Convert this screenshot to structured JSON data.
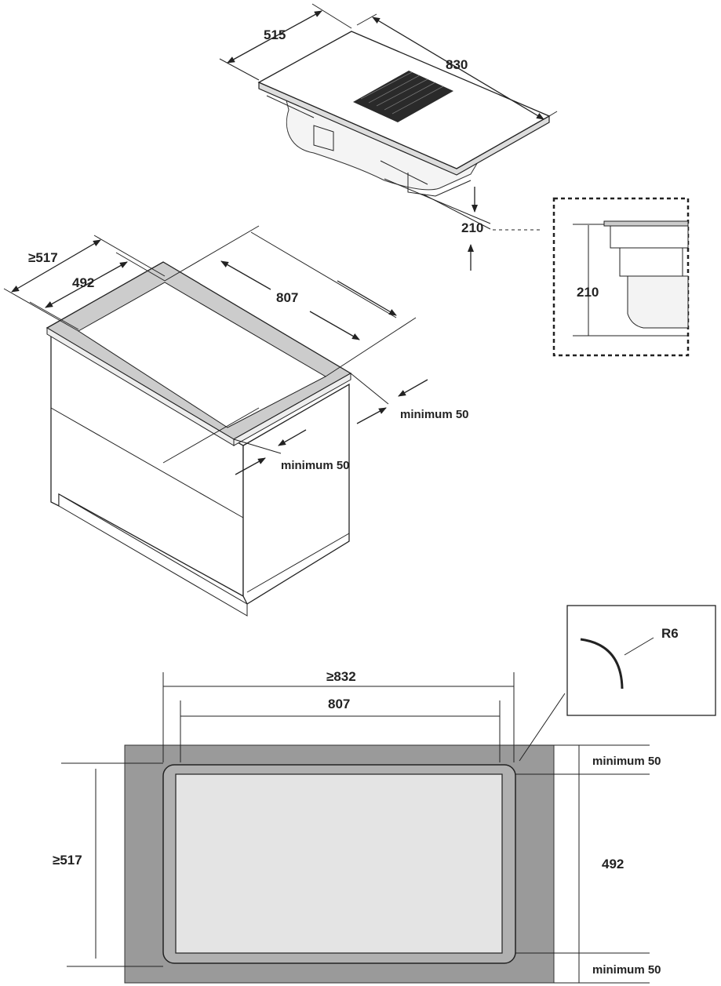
{
  "hob": {
    "depth": "515",
    "width": "830",
    "height": "210",
    "detail_height": "210"
  },
  "cabinet": {
    "min_depth": "≥517",
    "cutout_depth": "492",
    "cutout_width": "807",
    "min_side_clearance": "minimum 50",
    "min_front_clearance": "minimum 50"
  },
  "plan": {
    "min_width": "≥832",
    "cutout_width": "807",
    "min_depth": "≥517",
    "cutout_depth": "492",
    "min_back_clearance": "minimum 50",
    "min_front_clearance": "minimum 50",
    "corner_radius": "R6"
  },
  "colors": {
    "worktop": "#9a9a9a",
    "cutout_edge": "#b0b0b0",
    "cutout": "#e4e4e4",
    "grill": "#2a2a2a"
  }
}
